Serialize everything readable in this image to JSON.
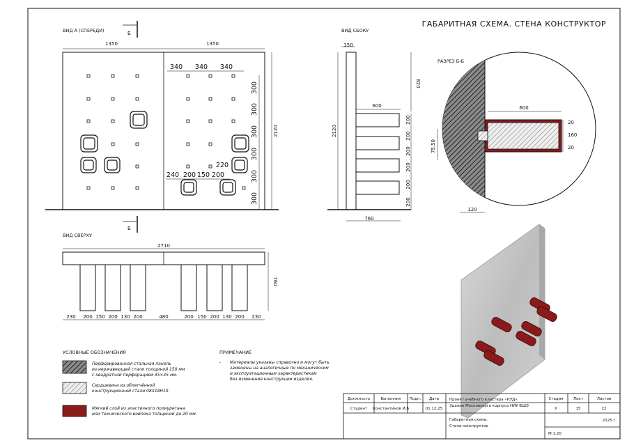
{
  "title": "ГАБАРИТНАЯ СХЕМА. СТЕНА КОНСТРУКТОР",
  "views": {
    "front": "ВИД А (СПЕРЕДИ)",
    "side": "ВИД СБОКУ",
    "top": "ВИД СВЕРХУ",
    "section": "РАЗРЕЗ Б-Б",
    "cut_mark": "Б"
  },
  "front_dims": {
    "left_width": "1350",
    "right_width": "1350",
    "height": "2120",
    "spacing_h": [
      "340",
      "340",
      "340"
    ],
    "spacing_v": [
      "300",
      "300",
      "300",
      "300",
      "300",
      "300"
    ],
    "bottom_a": "240",
    "bottom_b": "200",
    "bottom_c": "150",
    "bottom_d": "200",
    "mid_220": "220"
  },
  "side_dims": {
    "thickness": "150",
    "top": "820",
    "depth": "600",
    "overall": "760",
    "height": "2120",
    "steps": [
      "200",
      "200",
      "200",
      "200",
      "200",
      "200"
    ]
  },
  "section_dims": {
    "depth": "600",
    "d20a": "20",
    "d160": "160",
    "d20b": "20",
    "side": "75,50",
    "bottom": "120"
  },
  "top_dims": {
    "total": "2710",
    "depth": "760",
    "bottom": [
      "230",
      "200",
      "150",
      "200",
      "130",
      "200",
      "480",
      "200",
      "150",
      "200",
      "130",
      "200",
      "230"
    ]
  },
  "legend": {
    "header": "УСЛОВНЫЕ ОБОЗНАЧЕНИЯ",
    "item1": [
      "Перфорированная стальная панель",
      "из нержавеющей стали толщиной 150 мм",
      "с квадратной перфорацией 35×35 мм."
    ],
    "item2": [
      "Сердцевина из облегчённой",
      "конструкционной стали 08Х18Н10"
    ],
    "item3": [
      "Мягкий слой из эластичного полиуретана",
      "или технического войлока толщиной до 20 мм."
    ]
  },
  "note": {
    "header": "ПРИМЕЧАНИЕ",
    "dash": "-",
    "lines": [
      "Материалы указаны справочно и могут быть",
      "заменены на аналогичные по механическим",
      "и эксплуатационным характеристикам",
      "без изменения конструкции изделия."
    ]
  },
  "stamp": {
    "h_role": "Должность",
    "h_done": "Выполнил",
    "h_sign": "Подп.",
    "h_date": "Дата",
    "role": "Студент",
    "name": "Константинов И.Б",
    "date": "01.12.25",
    "project1": "Проект учебного кластера «РЭД»",
    "project2": "Здание Московского корпуса НИУ ВШЭ",
    "h_stage": "Стадия",
    "h_sheet": "Лист",
    "h_sheets": "Листов",
    "stage": "У",
    "sheet": "15",
    "sheets": "22",
    "desc1": "Габаритная схема.",
    "desc2": "Стена конструктор",
    "year": "2025 г.",
    "scale": "М 1:20"
  },
  "colors": {
    "red": "#8b1a1a",
    "panel": "#c9c9c9",
    "line": "#111111"
  }
}
